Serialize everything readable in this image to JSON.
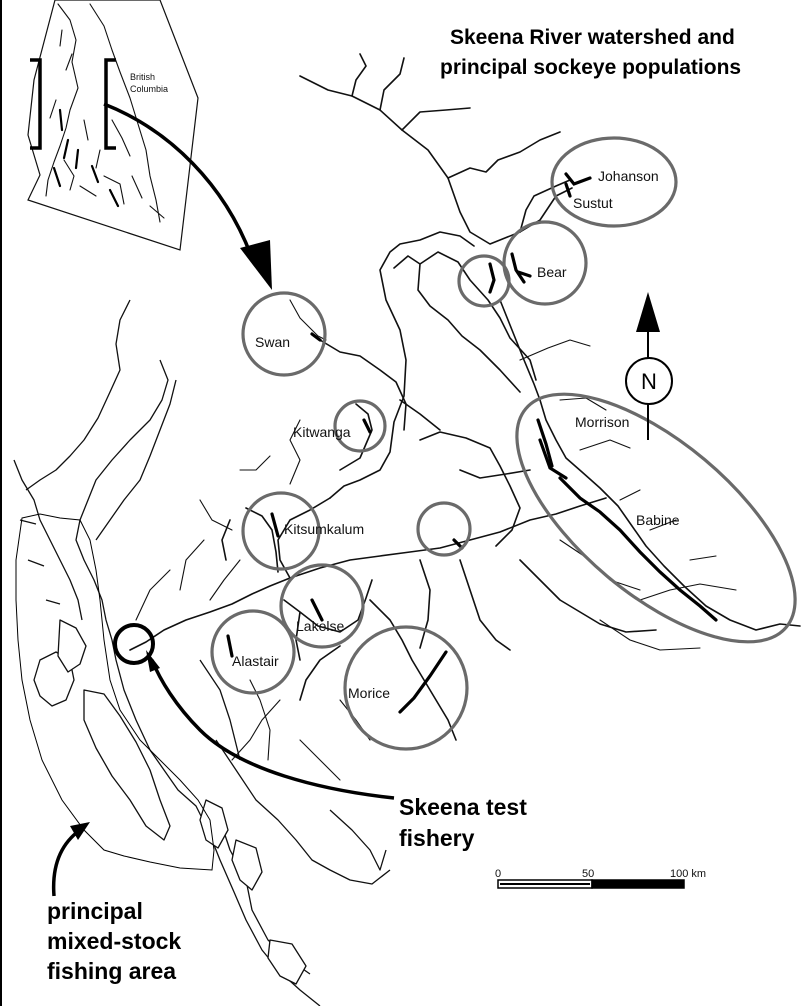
{
  "title": {
    "line1": "Skeena River watershed and",
    "line2": "principal sockeye populations"
  },
  "inset": {
    "region_line1": "British",
    "region_line2": "Columbia"
  },
  "populations": {
    "johanson": "Johanson",
    "sustut": "Sustut",
    "bear": "Bear",
    "swan": "Swan",
    "kitwanga": "Kitwanga",
    "morrison": "Morrison",
    "babine": "Babine",
    "kitsumkalum": "Kitsumkalum",
    "lakelse": "Lakelse",
    "alastair": "Alastair",
    "morice": "Morice"
  },
  "north_arrow": {
    "label": "N"
  },
  "annotations": {
    "test_fishery_line1": "Skeena test",
    "test_fishery_line2": "fishery",
    "mixed_stock_line1": "principal",
    "mixed_stock_line2": "mixed-stock",
    "mixed_stock_line3": "fishing area"
  },
  "scale_bar": {
    "tick_0": "0",
    "tick_50": "50",
    "tick_100": "100 km"
  }
}
